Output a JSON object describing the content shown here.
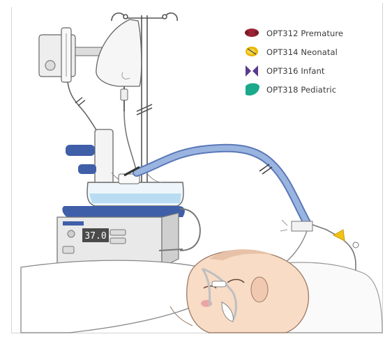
{
  "legend": {
    "items": [
      {
        "label": "OPT312 Premature",
        "icon": "premature-size-icon",
        "color": "#9b2335"
      },
      {
        "label": "OPT314 Neonatal",
        "icon": "neonatal-size-icon",
        "color": "#e8b800"
      },
      {
        "label": "OPT316 Infant",
        "icon": "infant-size-icon",
        "color": "#5b3a8c"
      },
      {
        "label": "OPT318 Pediatric",
        "icon": "pediatric-size-icon",
        "color": "#1aa98a"
      }
    ]
  },
  "humidifier": {
    "display_value": "37.0"
  },
  "colors": {
    "tube": "#9ab4e0",
    "tube_dark": "#5a78b8",
    "device_blue": "#3f5fa8",
    "water": "#b9dcf2"
  }
}
